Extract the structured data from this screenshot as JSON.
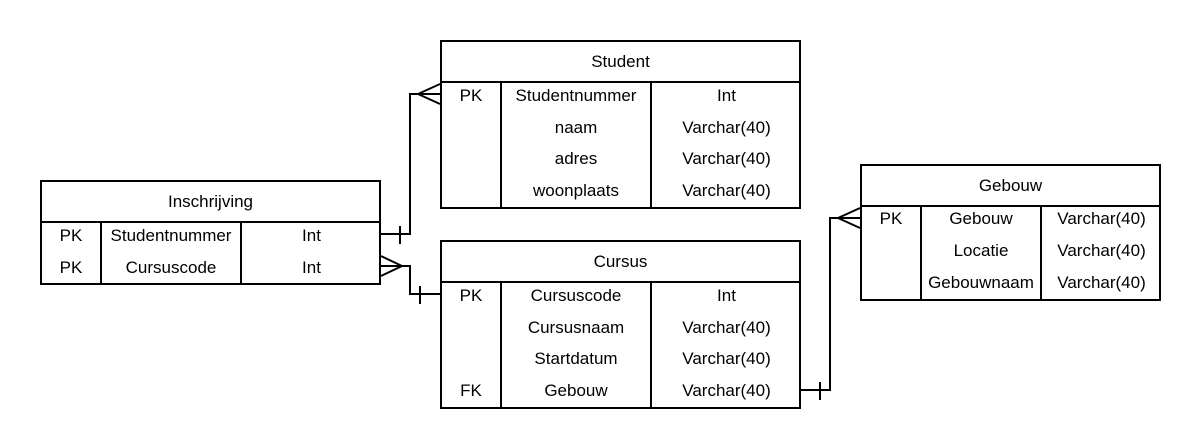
{
  "entities": {
    "student": {
      "title": "Student",
      "rows": [
        {
          "key": "PK",
          "field": "Studentnummer",
          "type": "Int"
        },
        {
          "key": "",
          "field": "naam",
          "type": "Varchar(40)"
        },
        {
          "key": "",
          "field": "adres",
          "type": "Varchar(40)"
        },
        {
          "key": "",
          "field": "woonplaats",
          "type": "Varchar(40)"
        }
      ]
    },
    "inschrijving": {
      "title": "Inschrijving",
      "rows": [
        {
          "key": "PK",
          "field": "Studentnummer",
          "type": "Int"
        },
        {
          "key": "PK",
          "field": "Cursuscode",
          "type": "Int"
        }
      ]
    },
    "cursus": {
      "title": "Cursus",
      "rows": [
        {
          "key": "PK",
          "field": "Cursuscode",
          "type": "Int"
        },
        {
          "key": "",
          "field": "Cursusnaam",
          "type": "Varchar(40)"
        },
        {
          "key": "",
          "field": "Startdatum",
          "type": "Varchar(40)"
        },
        {
          "key": "FK",
          "field": "Gebouw",
          "type": "Varchar(40)"
        }
      ]
    },
    "gebouw": {
      "title": "Gebouw",
      "rows": [
        {
          "key": "PK",
          "field": "Gebouw",
          "type": "Varchar(40)"
        },
        {
          "key": "",
          "field": "Locatie",
          "type": "Varchar(40)"
        },
        {
          "key": "",
          "field": "Gebouwnaam",
          "type": "Varchar(40)"
        }
      ]
    }
  }
}
